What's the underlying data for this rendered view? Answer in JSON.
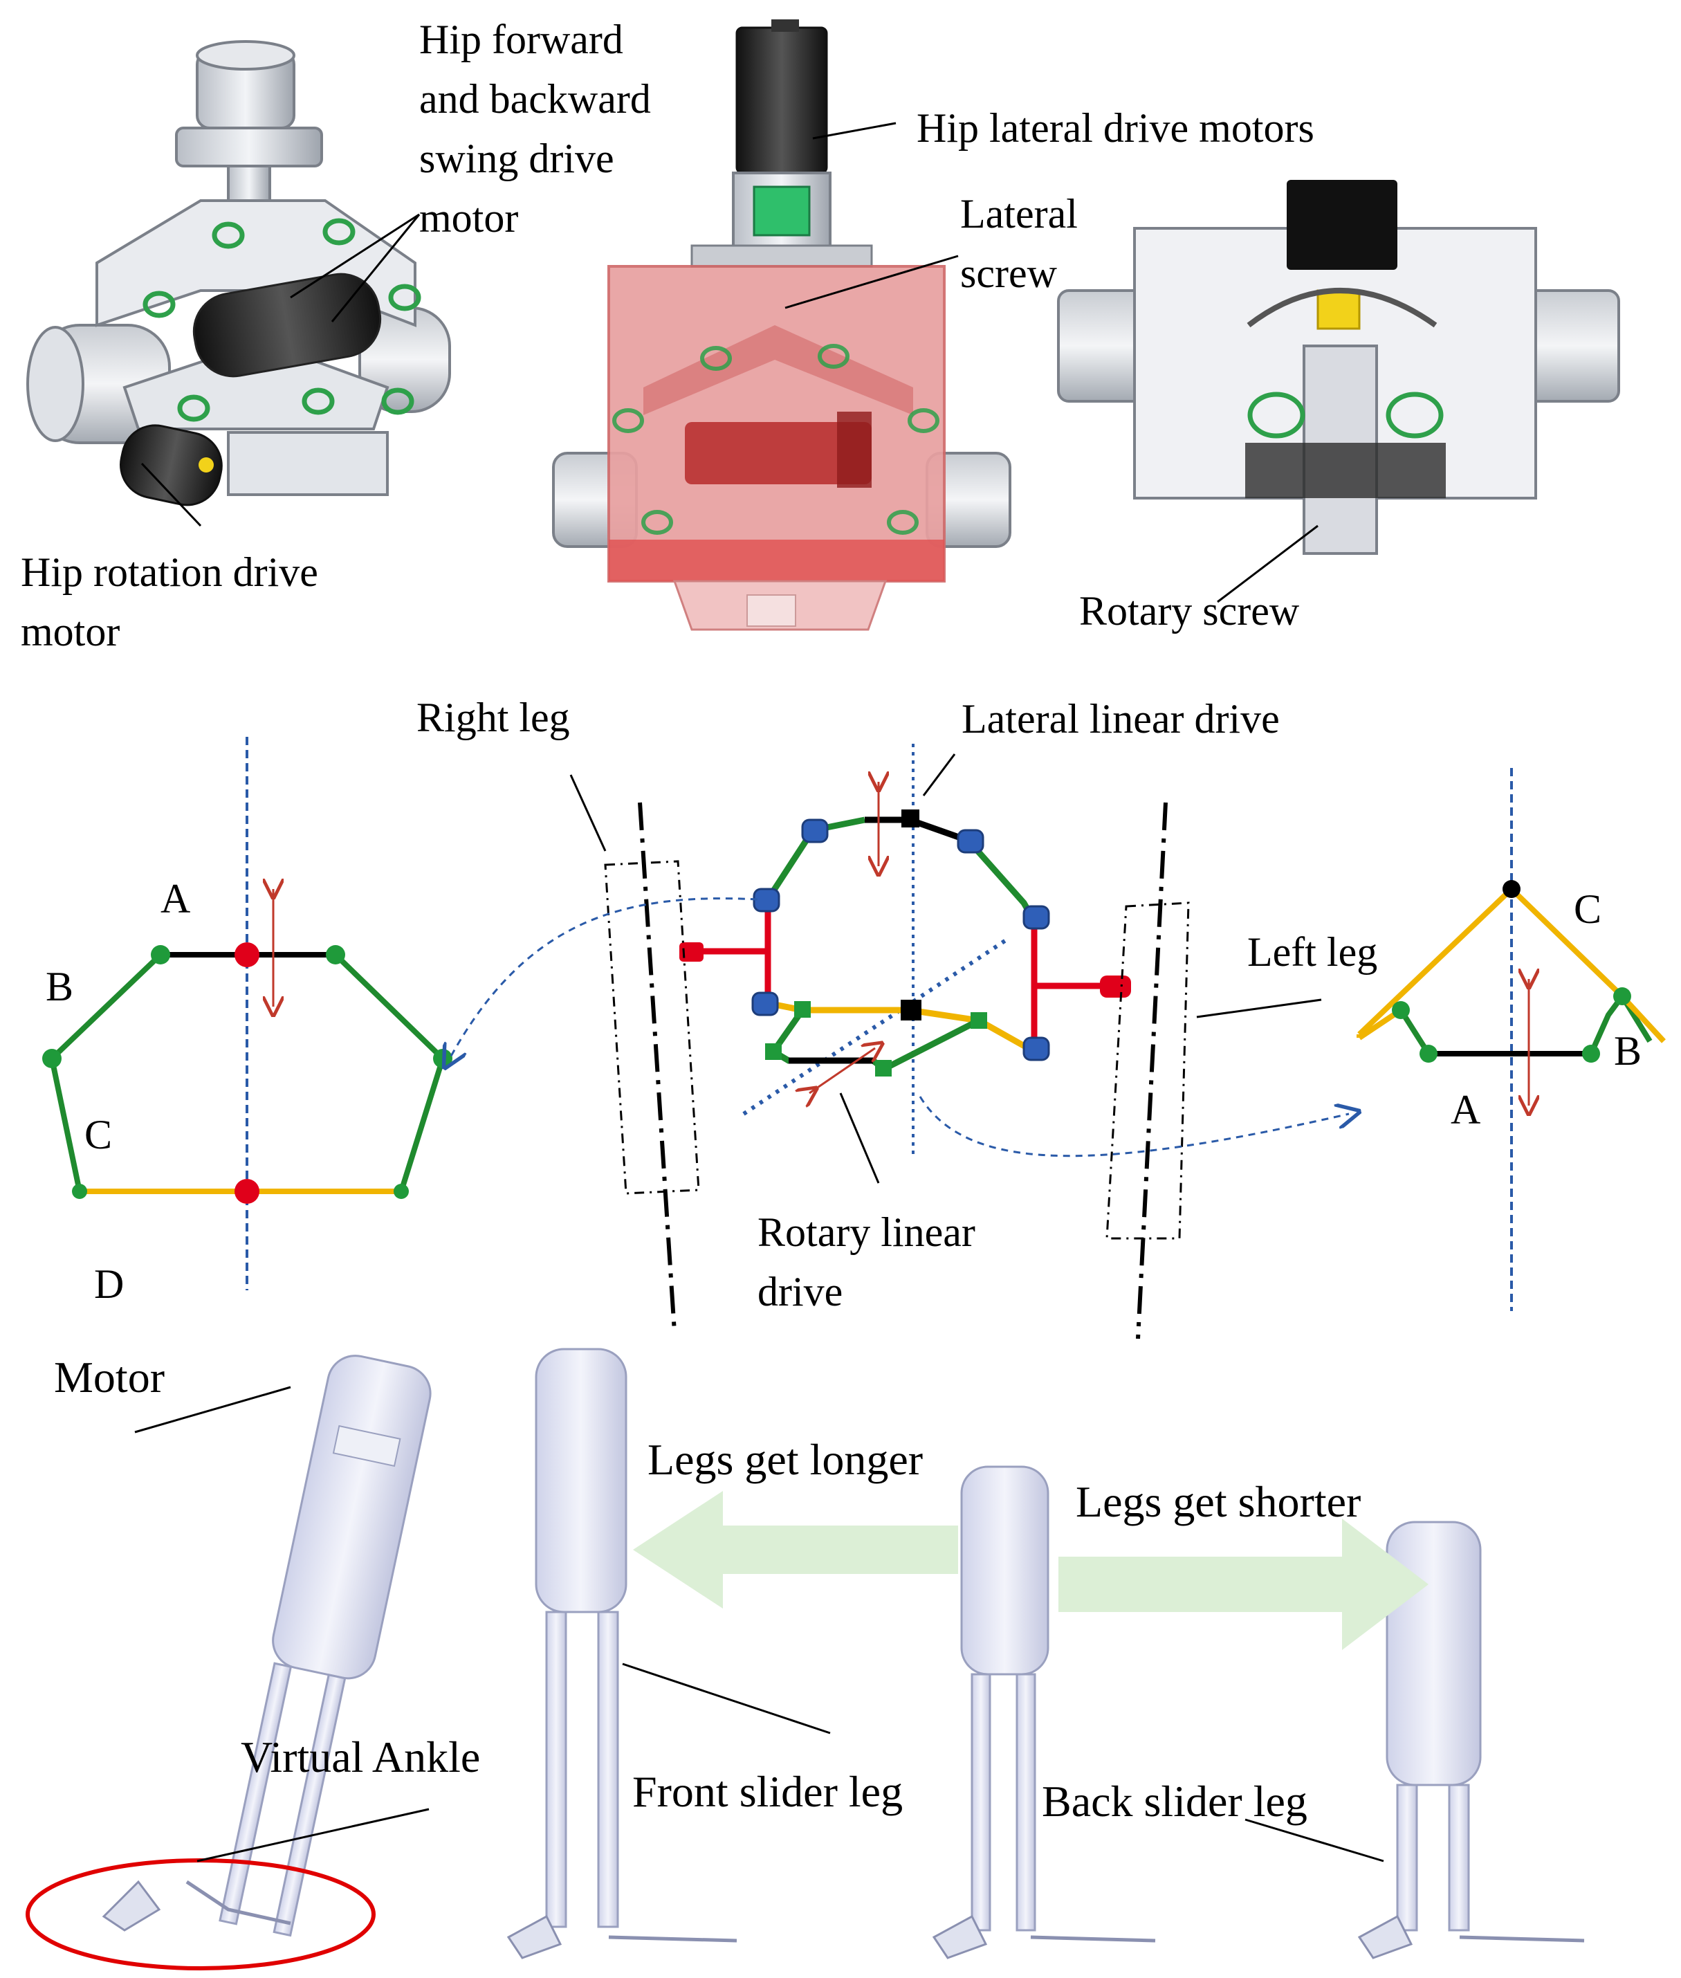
{
  "labels": {
    "hip_fb_motor": [
      "Hip forward",
      "and backward",
      "swing drive",
      "motor"
    ],
    "hip_lateral_motors": "Hip lateral drive motors",
    "lateral_screw": [
      "Lateral",
      "screw"
    ],
    "hip_rotation_motor": [
      "Hip rotation drive",
      "motor"
    ],
    "rotary_screw": "Rotary screw",
    "right_leg": "Right leg",
    "lateral_linear_drive": "Lateral linear drive",
    "left_leg": "Left leg",
    "rotary_linear_drive": [
      "Rotary linear",
      "drive"
    ],
    "left_A": "A",
    "left_B": "B",
    "left_C": "C",
    "left_D": "D",
    "right_A": "A",
    "right_B": "B",
    "right_C": "C",
    "motor": "Motor",
    "legs_longer": "Legs get longer",
    "legs_shorter": "Legs get shorter",
    "virtual_ankle": "Virtual Ankle",
    "front_slider_leg": "Front slider leg",
    "back_slider_leg": "Back slider leg"
  },
  "colors": {
    "link_green": "#1f8a2e",
    "link_yellow": "#f0b400",
    "link_black": "#000000",
    "joint_red": "#e0001a",
    "axis_blue": "#2a5aa8",
    "arrow_red": "#c0392b",
    "joint_blue": "#2f5fb8",
    "housing_red": "#e8a0a0",
    "arrow_green": "#dcefd6",
    "ellipse_red": "#e00000"
  },
  "icons": [
    "hip-assembly-render-icon",
    "hip-front-render-icon",
    "hip-top-render-icon",
    "leg-render-icon"
  ]
}
